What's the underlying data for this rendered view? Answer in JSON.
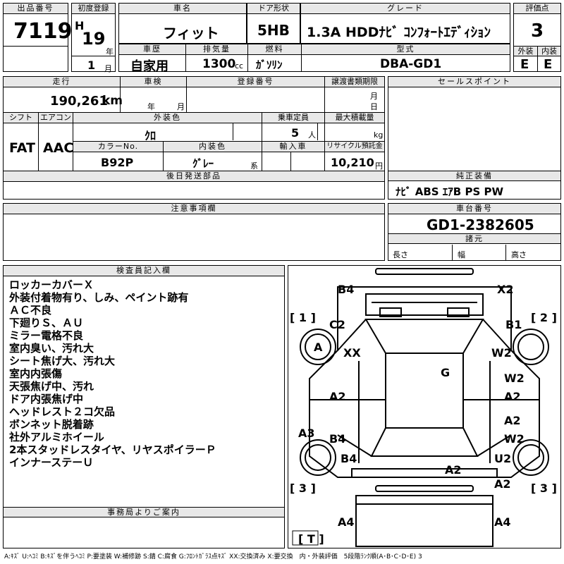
{
  "top": {
    "lot_label": "出品番号",
    "lot": "7119",
    "first_reg_label": "初度登録",
    "era": "H",
    "year": "19",
    "year_unit": "年",
    "month": "1",
    "month_unit": "月",
    "name_label": "車名",
    "name": "フィット",
    "door_label": "ドア形状",
    "door": "5HB",
    "grade_label": "グレード",
    "grade": "1.3A HDDﾅﾋﾞ ｺﾝﾌｫｰﾄｴﾃﾞｨｼｮﾝ",
    "score_label": "評価点",
    "score": "3",
    "history_label": "車歴",
    "history": "自家用",
    "displacement_label": "排気量",
    "displacement": "1300",
    "cc": "cc",
    "fuel_label": "燃料",
    "fuel": "ｶﾞｿﾘﾝ",
    "model_label": "型式",
    "model": "DBA-GD1",
    "ext_label": "外装",
    "ext": "E",
    "int_label": "内装",
    "int": "E"
  },
  "mid": {
    "mileage_label": "走行",
    "mileage": "190,261",
    "km": "km",
    "inspection_label": "車検",
    "nen": "年",
    "gatsu": "月",
    "reg_label": "登録番号",
    "transfer_label": "譲渡書類期限",
    "tf_month": "月",
    "tf_day": "日",
    "sales_label": "セールスポイント",
    "shift_label": "シフト",
    "shift": "FAT",
    "ac_label": "エアコン",
    "ac": "AAC",
    "color_label": "外装色",
    "color": "ｸﾛ",
    "capacity_label": "乗車定員",
    "capacity": "5",
    "capacity_unit": "人",
    "load_label": "最大積載量",
    "load_unit": "kg",
    "color_no_label": "カラーNo.",
    "color_no": "B92P",
    "interior_label": "内装色",
    "interior": "ｸﾞﾚｰ",
    "interior_suffix": "系",
    "import_label": "輸入車",
    "recycle_label": "リサイクル預託金",
    "recycle": "10,210",
    "recycle_unit": "円",
    "later_label": "後日発送部品",
    "equip_label": "純正装備",
    "equip": "ﾅﾋﾞ ABS ｴｱB PS PW",
    "notes_label": "注意事項欄",
    "chassis_label": "車台番号",
    "chassis": "GD1-2382605",
    "dims_label": "諸元",
    "len": "長さ",
    "wid": "幅",
    "hgt": "高さ"
  },
  "inspector": {
    "label": "検査員記入欄",
    "lines": [
      "ロッカーカバーＸ",
      "外装付着物有り、しみ、ペイント跡有",
      "ＡＣ不良",
      "下廻りＳ、ＡＵ",
      "ミラー電格不良",
      "室内臭い、汚れ大",
      "シート焦げ大、汚れ大",
      "室内内張傷",
      "天張焦げ中、汚れ",
      "ドア内張焦げ中",
      "ヘッドレスト２コ欠品",
      "ボンネット脱着跡",
      "社外アルミホイール",
      "2本スタッドレスタイヤ、リヤスポイラーＰ",
      "インナーステーＵ"
    ],
    "office_label": "事務局よりご案内"
  },
  "diagram": {
    "corner_tl": "[ 1 ]",
    "corner_tr": "[ 2 ]",
    "corner_bl": "[ 3 ]",
    "corner_br": "[ 3 ]",
    "bottom": "[ T ]",
    "marks": {
      "b4_top": "B4",
      "x2": "X2",
      "c2": "C2",
      "b1": "B1",
      "a_wheel": "A",
      "xx": "XX",
      "w2_r1": "W2",
      "g": "G",
      "w2_r2": "W2",
      "a2_l1": "A2",
      "a2_r1": "A2",
      "a3": "A3",
      "a2_r2": "A2",
      "b4_l": "B4",
      "w2_r3": "W2",
      "b4_l2": "B4",
      "u2": "U2",
      "a2_c": "A2",
      "a2_r3": "A2",
      "a4_l": "A4",
      "a4_r": "A4"
    }
  },
  "legend": "A:ｷｽﾞ U:ﾍｺﾐ B:ｷｽﾞを伴うﾍｺﾐ P:要塗装 W:補修跡 S:錆 C:腐食 G:ﾌﾛﾝﾄｶﾞﾗｽ点ｷｽﾞ XX:交換済み X:要交換　内・外装評価　5段階ﾗﾝｸ順(A･B･C･D･E) 3"
}
